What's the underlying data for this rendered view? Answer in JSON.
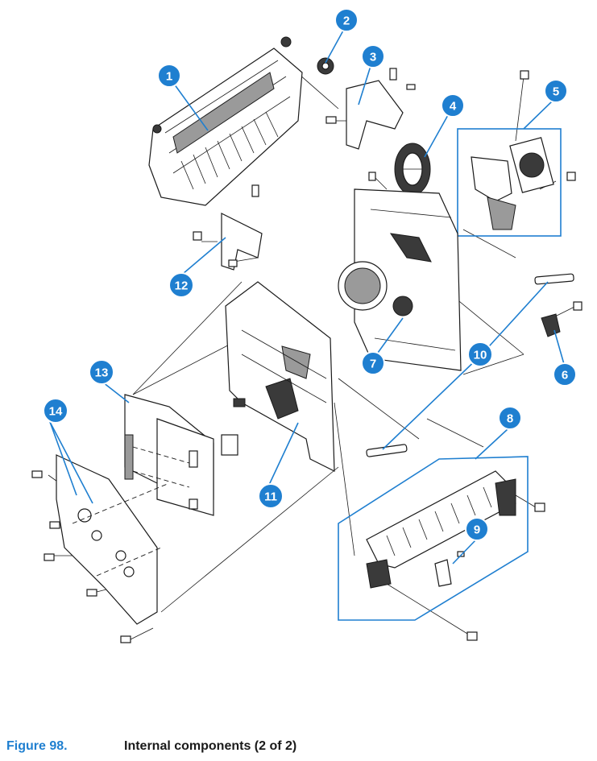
{
  "figure": {
    "number_label": "Figure 98.",
    "title": "Internal components (2 of 2)"
  },
  "callouts": [
    "1",
    "2",
    "3",
    "4",
    "5",
    "6",
    "7",
    "8",
    "9",
    "10",
    "11",
    "12",
    "13",
    "14"
  ],
  "colors": {
    "callout": "#1f7fd0",
    "ink": "#1a1a1a",
    "background": "#ffffff"
  }
}
